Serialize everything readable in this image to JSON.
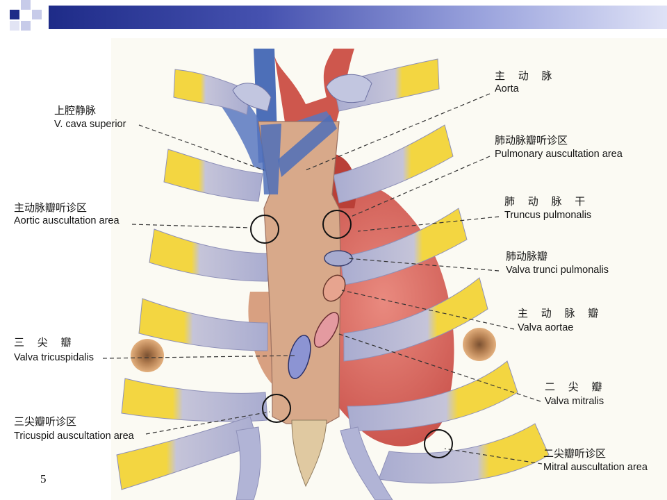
{
  "page_number": "5",
  "labels": {
    "aorta": {
      "zh": "主 动 脉",
      "en": "Aorta"
    },
    "vena_cava": {
      "zh": "上腔静脉",
      "en": "V. cava superior"
    },
    "pulmonary_area": {
      "zh": "肺动脉瓣听诊区",
      "en": "Pulmonary auscultation area"
    },
    "aortic_area": {
      "zh": "主动脉瓣听诊区",
      "en": "Aortic auscultation area"
    },
    "truncus": {
      "zh": "肺 动 脉 干",
      "en": "Truncus pulmonalis"
    },
    "valva_trunci": {
      "zh": "肺动脉瓣",
      "en": "Valva trunci pulmonalis"
    },
    "valva_aortae": {
      "zh": "主 动 脉 瓣",
      "en": "Valva aortae"
    },
    "tricuspid": {
      "zh": "三 尖 瓣",
      "en": "Valva tricuspidalis"
    },
    "mitral": {
      "zh": "二 尖 瓣",
      "en": "Valva mitralis"
    },
    "tricuspid_area": {
      "zh": "三尖瓣听诊区",
      "en": "Tricuspid auscultation area"
    },
    "mitral_area": {
      "zh": "二尖瓣听诊区",
      "en": "Mitral auscultation area"
    }
  },
  "colors": {
    "header_dark": "#1e2b88",
    "cartilage": "#f2d23c",
    "rib": "#b7b9d8",
    "sternum": "#d8a98a",
    "heart": "#d96b63",
    "vessel_blue": "#4d6fb8",
    "vessel_red": "#c9453b"
  }
}
